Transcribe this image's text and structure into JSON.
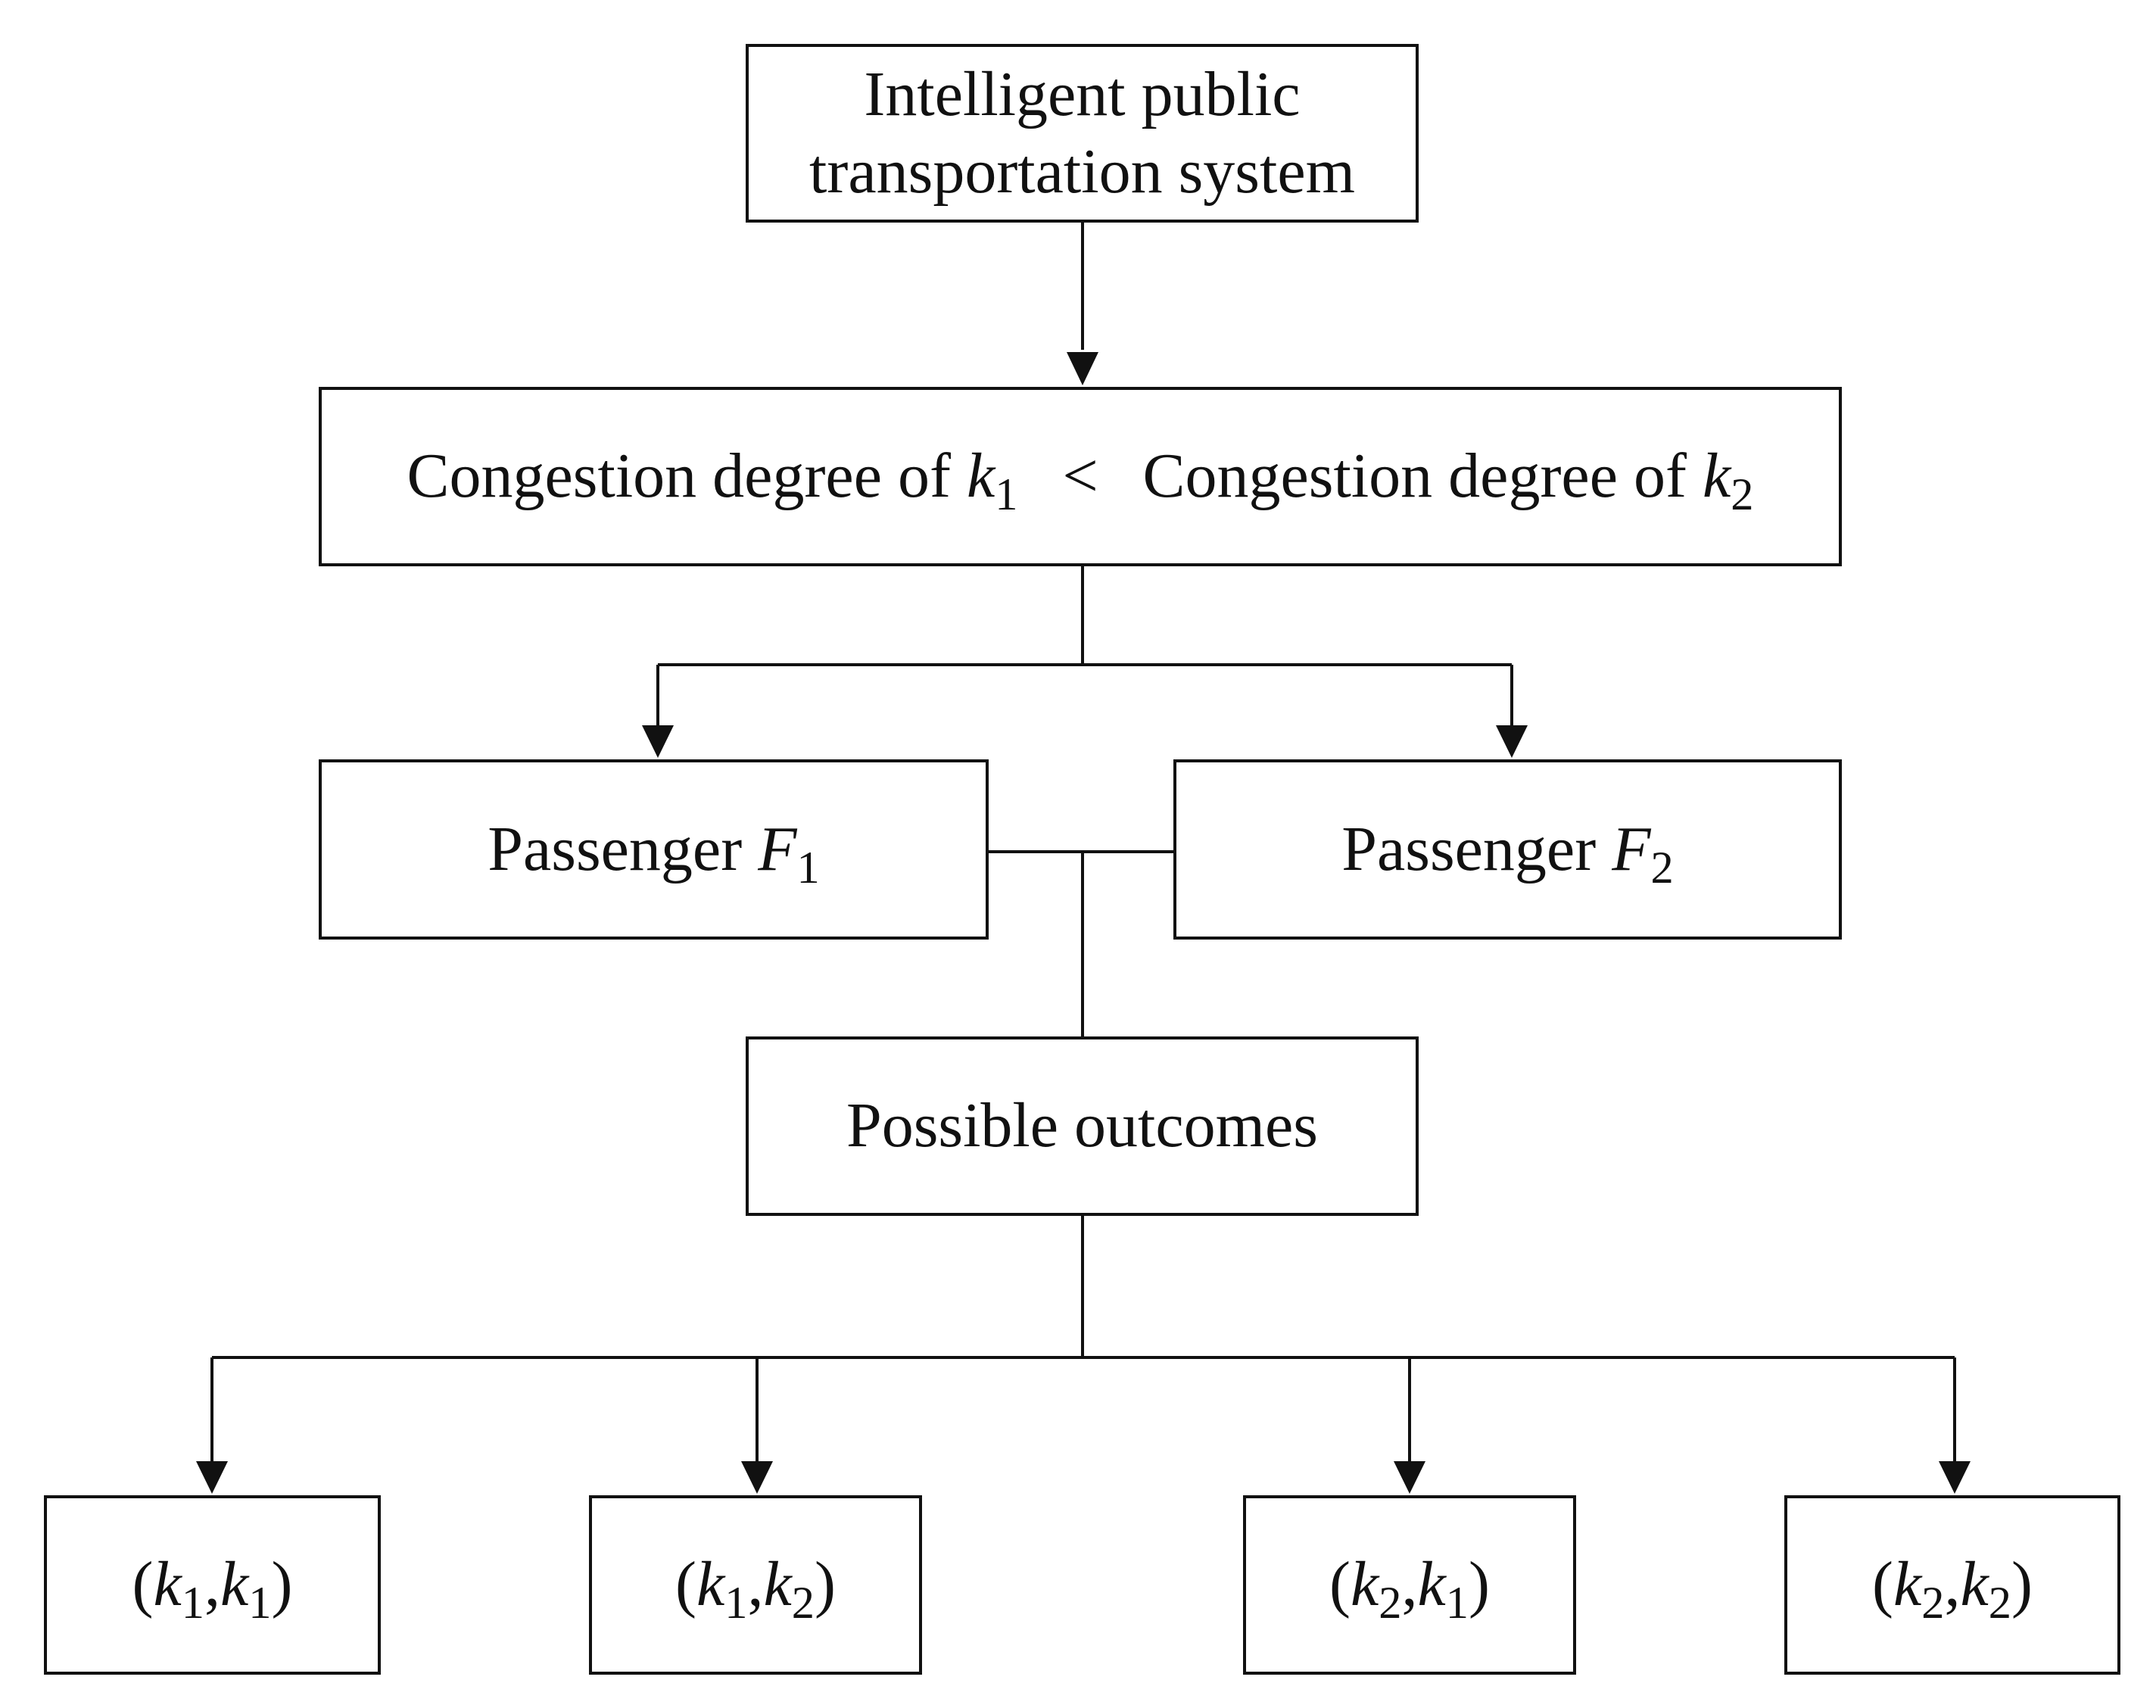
{
  "nodes": {
    "system": {
      "line1": "Intelligent public",
      "line2": "transportation system"
    },
    "congestion": {
      "left_text": "Congestion degree of ",
      "left_var": "k",
      "left_sub": "1",
      "operator": "<",
      "right_text": "Congestion degree of ",
      "right_var": "k",
      "right_sub": "2"
    },
    "passenger1": {
      "text": "Passenger ",
      "var": "F",
      "sub": "1"
    },
    "passenger2": {
      "text": "Passenger ",
      "var": "F",
      "sub": "2"
    },
    "possible": {
      "text": "Possible outcomes"
    },
    "outcomes": [
      {
        "open": "(",
        "a_var": "k",
        "a_sub": "1",
        "sep": ",",
        "b_var": "k",
        "b_sub": "1",
        "close": ")"
      },
      {
        "open": "(",
        "a_var": "k",
        "a_sub": "1",
        "sep": ",",
        "b_var": "k",
        "b_sub": "2",
        "close": ")"
      },
      {
        "open": "(",
        "a_var": "k",
        "a_sub": "2",
        "sep": ",",
        "b_var": "k",
        "b_sub": "1",
        "close": ")"
      },
      {
        "open": "(",
        "a_var": "k",
        "a_sub": "2",
        "sep": ",",
        "b_var": "k",
        "b_sub": "2",
        "close": ")"
      }
    ]
  },
  "colors": {
    "line": "#111111",
    "box_border": "#111111",
    "background": "#ffffff"
  }
}
